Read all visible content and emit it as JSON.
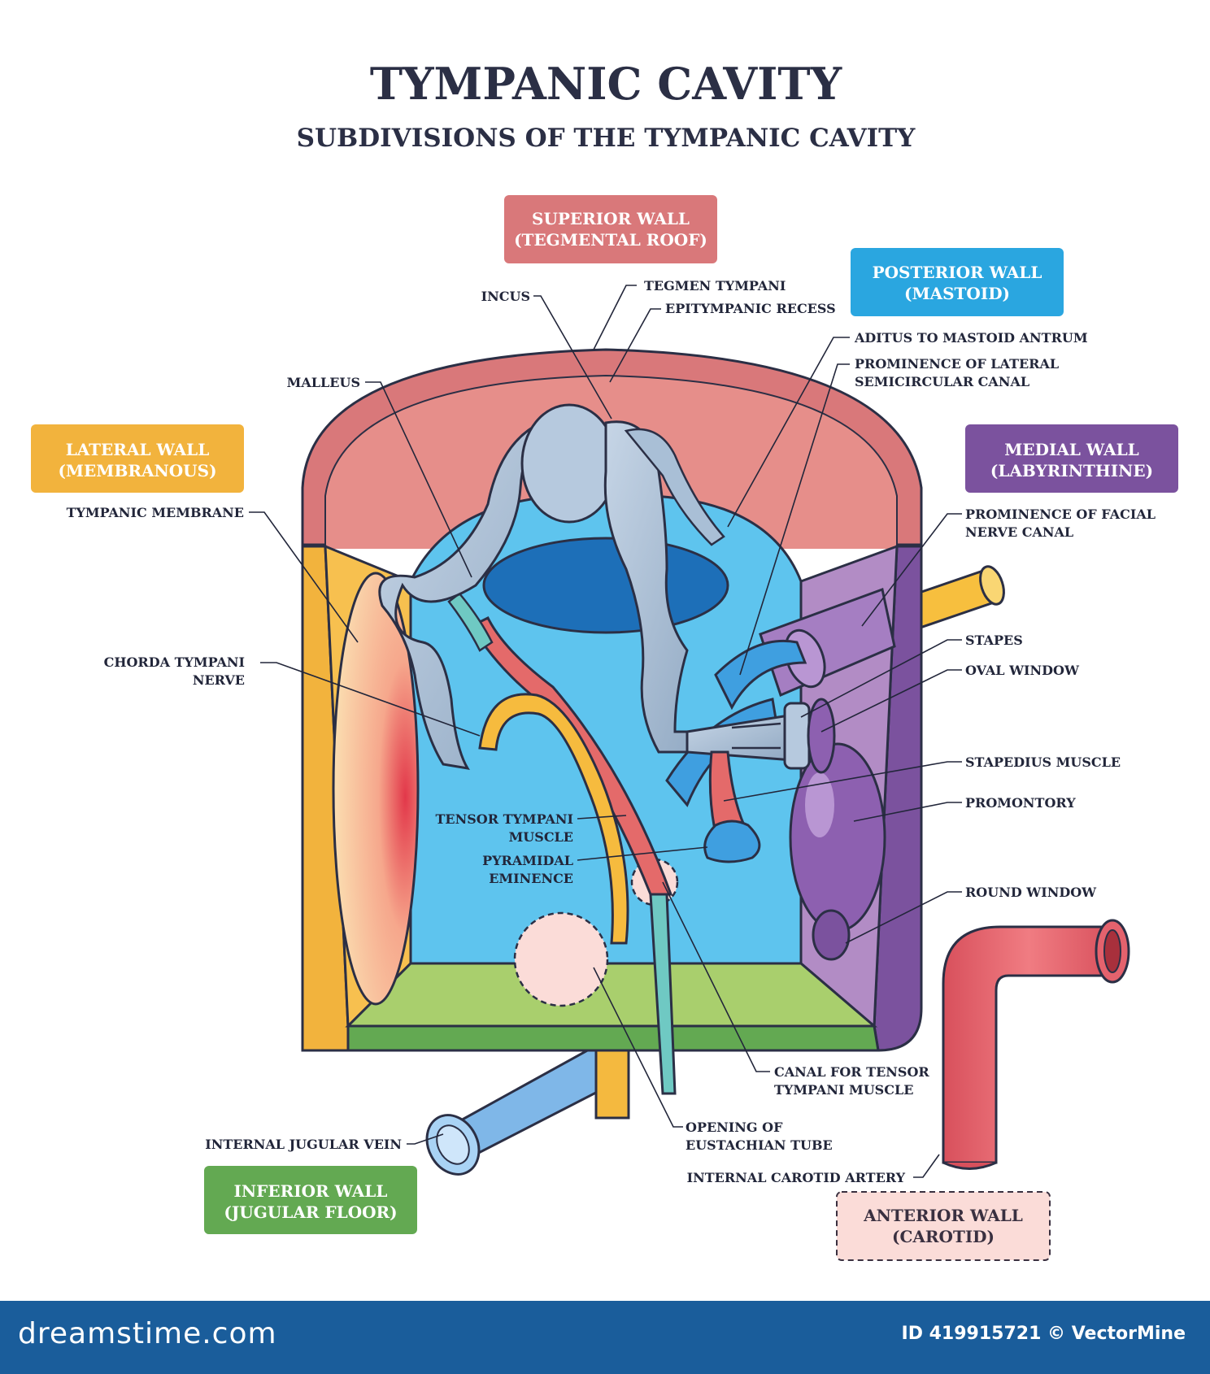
{
  "title": "TYMPANIC CAVITY",
  "subtitle": "SUBDIVISIONS OF THE TYMPANIC CAVITY",
  "walls": {
    "superior": [
      "SUPERIOR WALL",
      "(TEGMENTAL ROOF)"
    ],
    "posterior": [
      "POSTERIOR WALL",
      "(MASTOID)"
    ],
    "lateral": [
      "LATERAL WALL",
      "(MEMBRANOUS)"
    ],
    "medial": [
      "MEDIAL WALL",
      "(LABYRINTHINE)"
    ],
    "inferior": [
      "INFERIOR WALL",
      "(JUGULAR FLOOR)"
    ],
    "anterior": [
      "ANTERIOR WALL",
      "(CAROTID)"
    ]
  },
  "labels": {
    "incus": "INCUS",
    "tegmen_tympani": "TEGMEN TYMPANI",
    "epitympanic_recess": "EPITYMPANIC RECESS",
    "aditus": "ADITUS TO MASTOID ANTRUM",
    "prominence_lateral": [
      "PROMINENCE OF LATERAL",
      "SEMICIRCULAR CANAL"
    ],
    "malleus": "MALLEUS",
    "tympanic_membrane": "TYMPANIC MEMBRANE",
    "prominence_facial": [
      "PROMINENCE OF FACIAL",
      "NERVE CANAL"
    ],
    "stapes": "STAPES",
    "oval_window": "OVAL WINDOW",
    "chorda_tympani": [
      "CHORDA TYMPANI",
      "NERVE"
    ],
    "stapedius": "STAPEDIUS MUSCLE",
    "promontory": "PROMONTORY",
    "tensor_tympani": [
      "TENSOR TYMPANI",
      "MUSCLE"
    ],
    "pyramidal": [
      "PYRAMIDAL",
      "EMINENCE"
    ],
    "round_window": "ROUND WINDOW",
    "canal_tensor": [
      "CANAL FOR TENSOR",
      "TYMPANI MUSCLE"
    ],
    "opening_eustachian": [
      "OPENING OF",
      "EUSTACHIAN TUBE"
    ],
    "internal_jugular": "INTERNAL JUGULAR VEIN",
    "internal_carotid": "INTERNAL CAROTID ARTERY"
  },
  "footer": {
    "brand": "dreamstime.com",
    "credit": "ID 419915721 © VectorMine"
  },
  "colors": {
    "superior": "#d9787a",
    "posterior": "#2aa6e0",
    "lateral": "#f2b33d",
    "medial": "#7b529e",
    "inferior": "#63a952",
    "anterior": "#fbdcd8",
    "cavity": "#5ec4ee",
    "ossicles": "#a9bfd6",
    "footer": "#1a5d9b"
  }
}
